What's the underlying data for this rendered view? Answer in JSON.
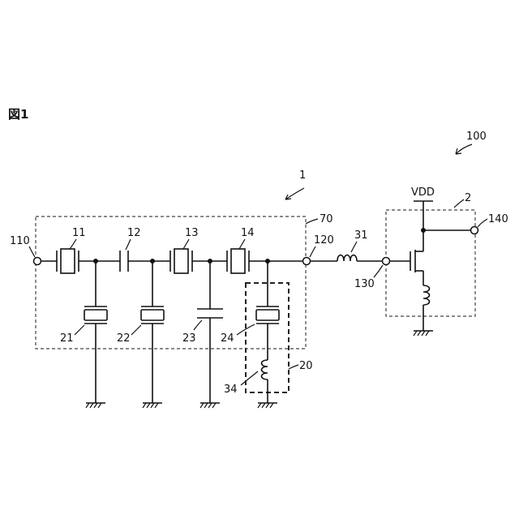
{
  "figure": {
    "label": "図1"
  },
  "refs": {
    "system": "100",
    "filter": "1",
    "amplifier": "2",
    "filter_box": "70",
    "resonator_group": "20",
    "port_in": "110",
    "port_out": "120",
    "port_amp_in": "130",
    "port_amp_out": "140",
    "series_res_1": "11",
    "series_cap": "12",
    "series_res_3": "13",
    "series_res_4": "14",
    "shunt_res_1": "21",
    "shunt_res_2": "22",
    "shunt_cap": "23",
    "shunt_res_4": "24",
    "inductor_series": "31",
    "inductor_shunt": "34"
  },
  "supply": {
    "label": "VDD"
  }
}
